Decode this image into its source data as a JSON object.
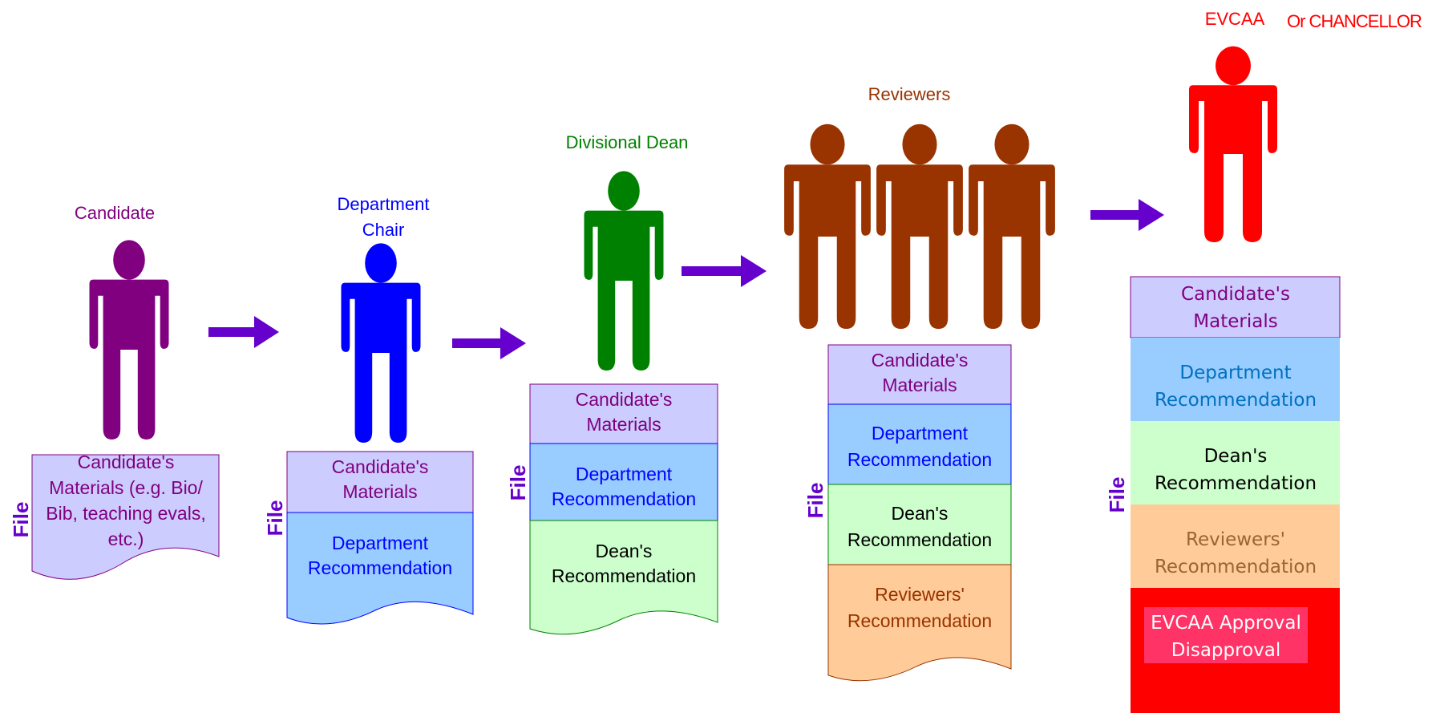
{
  "colors": {
    "candidate": "#800080",
    "chair": "#0000FF",
    "dean": "#008000",
    "reviewers": "#993300",
    "evcaa": "#FF0000",
    "arrow": "#6600CC",
    "file_label": "#6600CC",
    "materials_fill": "#CCCCFF",
    "dept_fill": "#99CCFF",
    "dean_fill": "#CCFFCC",
    "reviewers_fill": "#FFCC99",
    "approval_fill": "#FF0000"
  },
  "stages": {
    "candidate": {
      "title": "Candidate",
      "file_label": "File",
      "doc_text": [
        "Candidate's",
        "Materials (e.g. Bio/",
        "Bib, teaching evals,",
        "etc.)"
      ]
    },
    "chair": {
      "title_line1": "Department",
      "title_line2": "Chair",
      "file_label": "File",
      "materials": [
        "Candidate's",
        "Materials"
      ],
      "dept": [
        "Department",
        "Recommendation"
      ]
    },
    "dean": {
      "title": "Divisional Dean",
      "file_label": "File",
      "materials": [
        "Candidate's",
        "Materials"
      ],
      "dept": [
        "Department",
        "Recommendation"
      ],
      "deanrec": [
        "Dean's",
        "Recommendation"
      ]
    },
    "reviewers": {
      "title": "Reviewers",
      "file_label": "File",
      "materials": [
        "Candidate's",
        "Materials"
      ],
      "dept": [
        "Department",
        "Recommendation"
      ],
      "deanrec": [
        "Dean's",
        "Recommendation"
      ],
      "reviewersrec": [
        "Reviewers'",
        "Recommendation"
      ]
    },
    "evcaa": {
      "title_a": "EVCAA",
      "title_b": "Or CHANCELLOR",
      "file_label": "File",
      "materials": [
        "Candidate's",
        "Materials"
      ],
      "dept": [
        "Department",
        "Recommendation"
      ],
      "deanrec": [
        "Dean's",
        "Recommendation"
      ],
      "reviewersrec": [
        "Reviewers'",
        "Recommendation"
      ],
      "approval": [
        "EVCAA Approval",
        "Disapproval"
      ]
    }
  }
}
